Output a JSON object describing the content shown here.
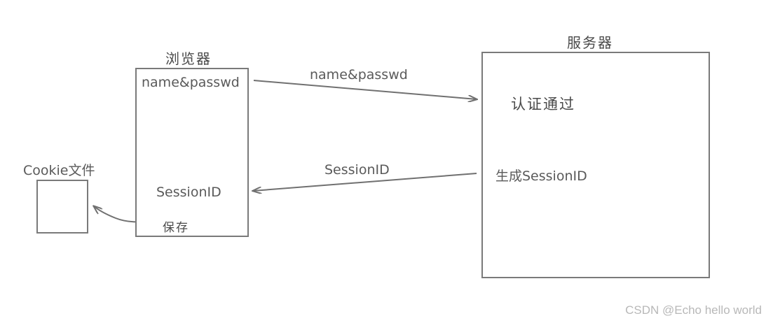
{
  "browser": {
    "title": "浏览器",
    "credential_text": "name&passwd",
    "session_text": "SessionID",
    "save_label": "保存"
  },
  "server": {
    "title": "服务器",
    "auth_text": "认证通过",
    "generate_text": "生成SessionID"
  },
  "cookie": {
    "title": "Cookie文件"
  },
  "arrows": {
    "request_label": "name&passwd",
    "response_label": "SessionID"
  },
  "watermark": "CSDN @Echo hello world"
}
